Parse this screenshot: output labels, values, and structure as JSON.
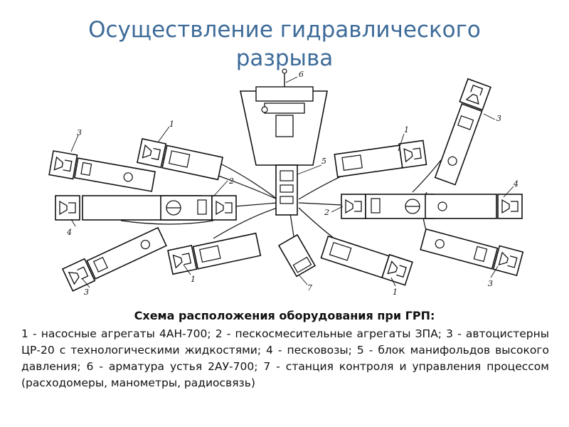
{
  "title_lines": [
    "Осуществление гидравлического",
    "разрыва"
  ],
  "diagram": {
    "labels": [
      "1",
      "2",
      "3",
      "4",
      "5",
      "6",
      "7"
    ]
  },
  "caption": {
    "heading": "Схема расположения оборудования при ГРП:",
    "text": "1 - насосные агрегаты 4АН-700; 2 - пескосмесительные агрегаты ЗПА; 3 - автоцистерны ЦР-20 с технологическими жидкостями; 4 - песковозы; 5 - блок манифольдов высокого давления; 6 - арматура устья 2АУ-700; 7 - станция контроля и управления процессом (расходомеры, манометры, радиосвязь)"
  }
}
